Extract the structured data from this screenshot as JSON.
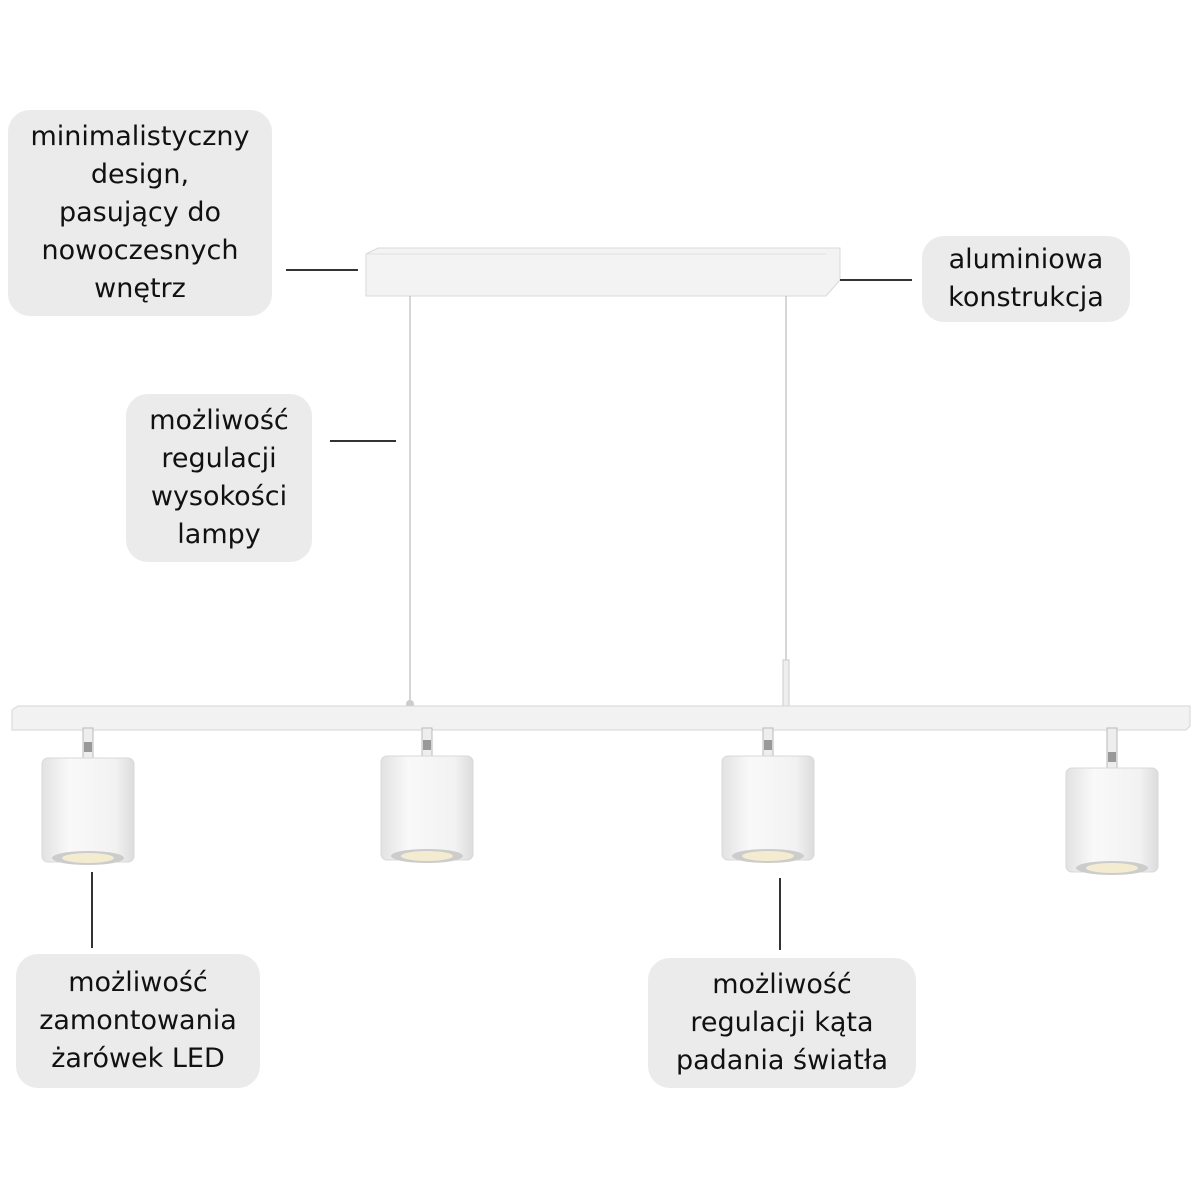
{
  "callouts": {
    "design": {
      "lines": [
        "minimalistyczny",
        "design,",
        "pasujący do",
        "nowoczesnych",
        "wnętrz"
      ]
    },
    "material": {
      "lines": [
        "aluminiowa",
        "konstrukcja"
      ]
    },
    "height": {
      "lines": [
        "możliwość",
        "regulacji",
        "wysokości",
        "lampy"
      ]
    },
    "bulbs": {
      "lines": [
        "możliwość",
        "zamontowania",
        "żarówek LED"
      ]
    },
    "angle": {
      "lines": [
        "możliwość",
        "regulacji kąta",
        "padania światła"
      ]
    }
  },
  "colors": {
    "callout_bg": "#ebebeb",
    "lamp_body": "#f4f4f4",
    "light": "#f3ecd0"
  }
}
